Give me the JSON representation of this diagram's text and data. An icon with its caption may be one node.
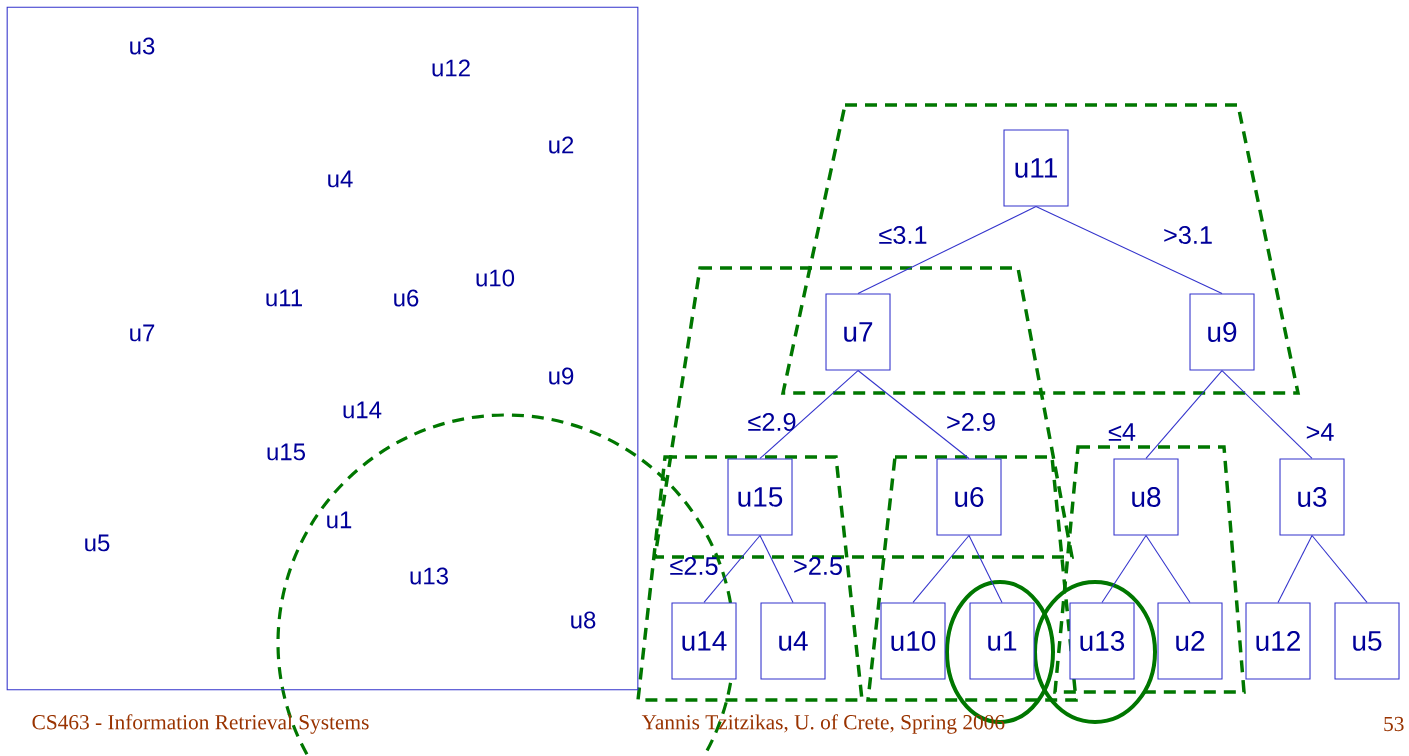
{
  "diagram": {
    "nodes": [
      {
        "text": [],
        "shape": "box"
      },
      {
        "text": [
          "u11"
        ]
      },
      {
        "text": [
          "u7"
        ]
      },
      {
        "text": [
          "u9"
        ]
      },
      {
        "text": [
          "u15"
        ]
      },
      {
        "text": [
          "u6"
        ]
      },
      {
        "text": [
          "u8"
        ]
      },
      {
        "text": [
          "u3"
        ]
      },
      {
        "text": [
          "u14"
        ]
      },
      {
        "text": [
          "u4"
        ]
      },
      {
        "text": [
          "u10"
        ]
      },
      {
        "text": [
          "u1"
        ]
      },
      {
        "text": [
          "u13"
        ]
      },
      {
        "text": [
          "u2"
        ]
      },
      {
        "text": [
          "u12"
        ]
      },
      {
        "text": [
          "u5"
        ]
      }
    ],
    "edges": [
      {
        "from": 1,
        "to": 2,
        "arrow": "none",
        "label": "≤3.1"
      },
      {
        "from": 1,
        "to": 3,
        "arrow": "none",
        "label": ">3.1"
      },
      {
        "from": 2,
        "to": 4,
        "arrow": "none",
        "label": "≤2.9"
      },
      {
        "from": 2,
        "to": 5,
        "arrow": "none",
        "label": ">2.9"
      },
      {
        "from": 3,
        "to": 6,
        "arrow": "none",
        "label": "≤4"
      },
      {
        "from": 3,
        "to": 7,
        "arrow": "none",
        "label": ">4"
      },
      {
        "from": 4,
        "to": 8,
        "arrow": "none",
        "label": "≤2.5"
      },
      {
        "from": 4,
        "to": 9,
        "arrow": "none",
        "label": ">2.5"
      },
      {
        "from": 5,
        "to": 10,
        "arrow": "none"
      },
      {
        "from": 5,
        "to": 11,
        "arrow": "none"
      },
      {
        "from": 6,
        "to": 12,
        "arrow": "none"
      },
      {
        "from": 6,
        "to": 13,
        "arrow": "none"
      },
      {
        "from": 7,
        "to": 14,
        "arrow": "none"
      },
      {
        "from": 7,
        "to": 15,
        "arrow": "none"
      }
    ],
    "labels": [
      "u3",
      "u12",
      "u2",
      "u4",
      "u11",
      "u6",
      "u10",
      "u7",
      "u9",
      "u14",
      "u15",
      "u1",
      "u5",
      "u13",
      "u8",
      "CS463 - Information Retrieval Systems",
      "Yannis Tzitzikas, U. of Crete, Spring 2006",
      "53"
    ]
  }
}
